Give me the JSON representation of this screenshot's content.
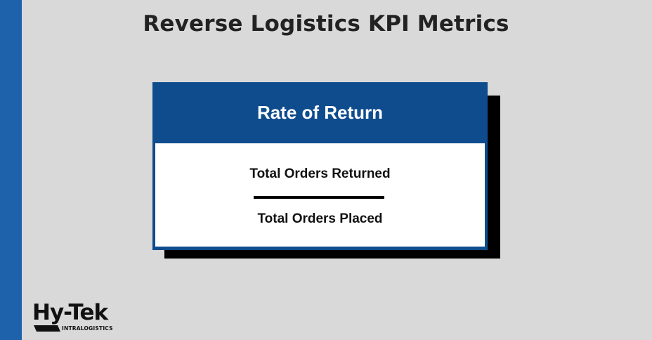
{
  "page": {
    "title": "Reverse Logistics KPI Metrics"
  },
  "card": {
    "title": "Rate of Return",
    "numerator": "Total Orders Returned",
    "denominator": "Total Orders Placed"
  },
  "logo": {
    "name": "Hy-Tek",
    "tagline": "INTRALOGISTICS"
  },
  "colors": {
    "accent_blue": "#1d62ab",
    "card_header": "#0f4c8e",
    "background": "#d9d9d9",
    "shadow": "#000000"
  }
}
